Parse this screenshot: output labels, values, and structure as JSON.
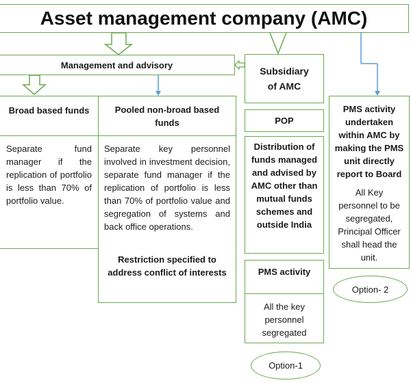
{
  "title": "Asset management company (AMC)",
  "management": {
    "label": "Management and advisory"
  },
  "subsidiary": {
    "label": "Subsidiary of AMC"
  },
  "broad": {
    "heading": "Broad based funds",
    "text": "Separate fund manager if the replication of portfolio is less than 70% of portfolio value."
  },
  "pooled": {
    "heading": "Pooled non-broad based funds",
    "text": "Separate key personnel involved in investment decision, separate fund manager if the replication of portfolio is less than 70% of portfolio value and segregation of systems and back office operations.",
    "restriction": "Restriction specified to address conflict of interests"
  },
  "pop": {
    "label": "POP"
  },
  "distribution": {
    "label": "Distribution of funds managed and advised by AMC other than mutual funds schemes and outside India"
  },
  "pms_sub": {
    "heading": "PMS activity",
    "text": "All the key personnel segregated"
  },
  "pms_amc": {
    "heading": "PMS activity undertaken within AMC by making the PMS unit directly report to Board",
    "text": "All Key personnel to be segregated, Principal Officer shall head the unit."
  },
  "options": {
    "option1": "Option-1",
    "option2": "Option- 2"
  },
  "colors": {
    "green": "#6aa84f",
    "blue": "#5b9bd5"
  }
}
